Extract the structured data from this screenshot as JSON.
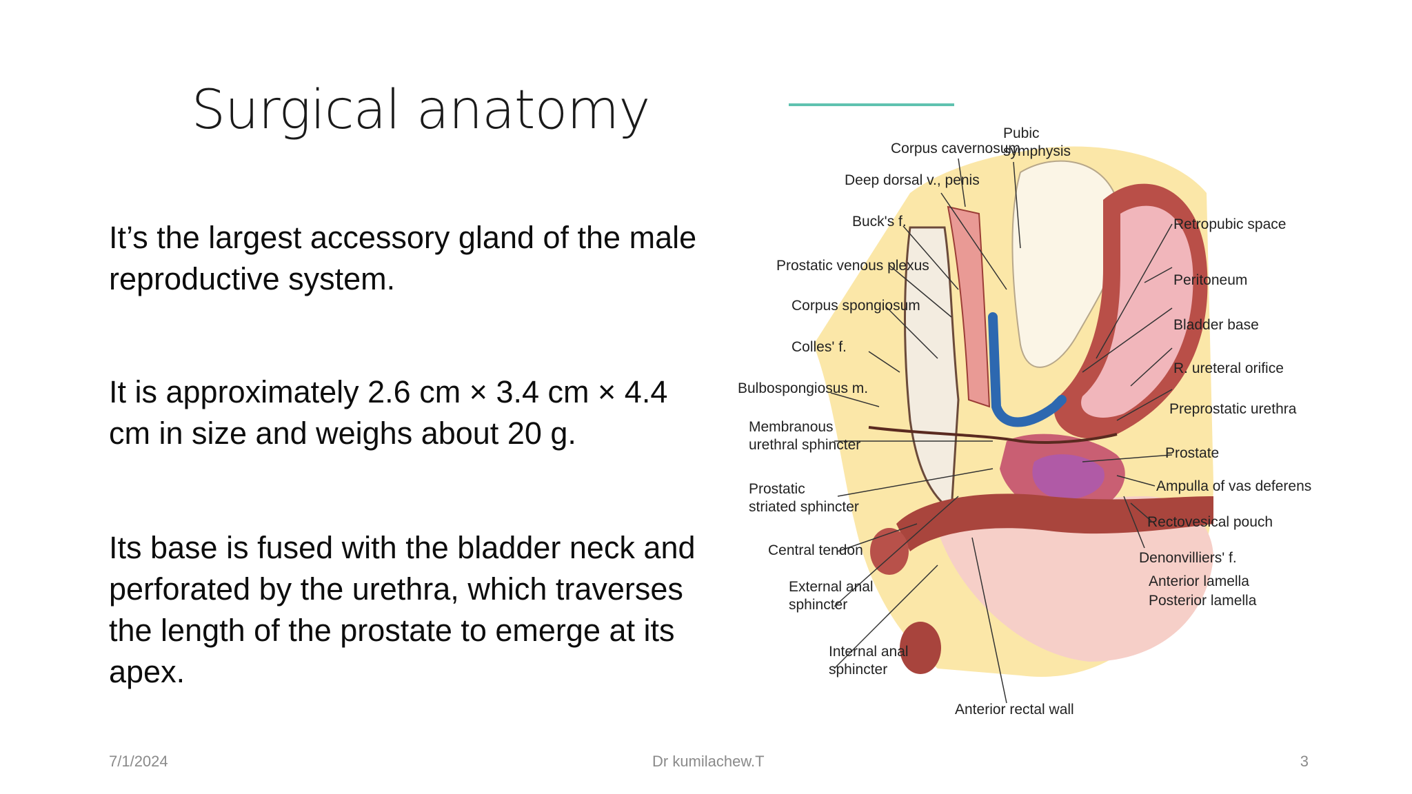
{
  "slide": {
    "title": "Surgical anatomy",
    "paragraphs": [
      "It’s the largest accessory gland of the male reproductive system.",
      "It is approximately 2.6 cm × 3.4 cm × 4.4 cm in size and weighs about 20 g.",
      "Its base is fused with the bladder neck and perforated by the urethra, which traverses the length of the prostate to emerge at its apex."
    ],
    "accent_color": "#5fc2b0"
  },
  "figure": {
    "labels": {
      "corpus_cavernosum": "Corpus cavernosum",
      "pubic_symphysis_1": "Pubic",
      "pubic_symphysis_2": "symphysis",
      "deep_dorsal": "Deep dorsal v., penis",
      "bucks": "Buck's f.",
      "prostatic_venous": "Prostatic venous plexus",
      "corpus_spongiosum": "Corpus spongiosum",
      "colles": "Colles' f.",
      "bulbospongiosus": "Bulbospongiosus m.",
      "membranous_1": "Membranous",
      "membranous_2": "urethral sphincter",
      "prostatic_striated_1": "Prostatic",
      "prostatic_striated_2": "striated sphincter",
      "central_tendon": "Central tendon",
      "external_anal_1": "External anal",
      "external_anal_2": "sphincter",
      "internal_anal_1": "Internal anal",
      "internal_anal_2": "sphincter",
      "anterior_rectal_wall": "Anterior rectal wall",
      "retropubic": "Retropubic space",
      "peritoneum": "Peritoneum",
      "bladder_base": "Bladder base",
      "ureteral_orifice": "R. ureteral orifice",
      "preprostatic": "Preprostatic urethra",
      "prostate": "Prostate",
      "ampulla": "Ampulla of vas deferens",
      "rectovesical": "Rectovesical pouch",
      "denonvilliers": "Denonvilliers' f.",
      "anterior_lamella": "Anterior lamella",
      "posterior_lamella": "Posterior lamella"
    }
  },
  "footer": {
    "date": "7/1/2024",
    "author": "Dr kumilachew.T",
    "page": "3"
  }
}
